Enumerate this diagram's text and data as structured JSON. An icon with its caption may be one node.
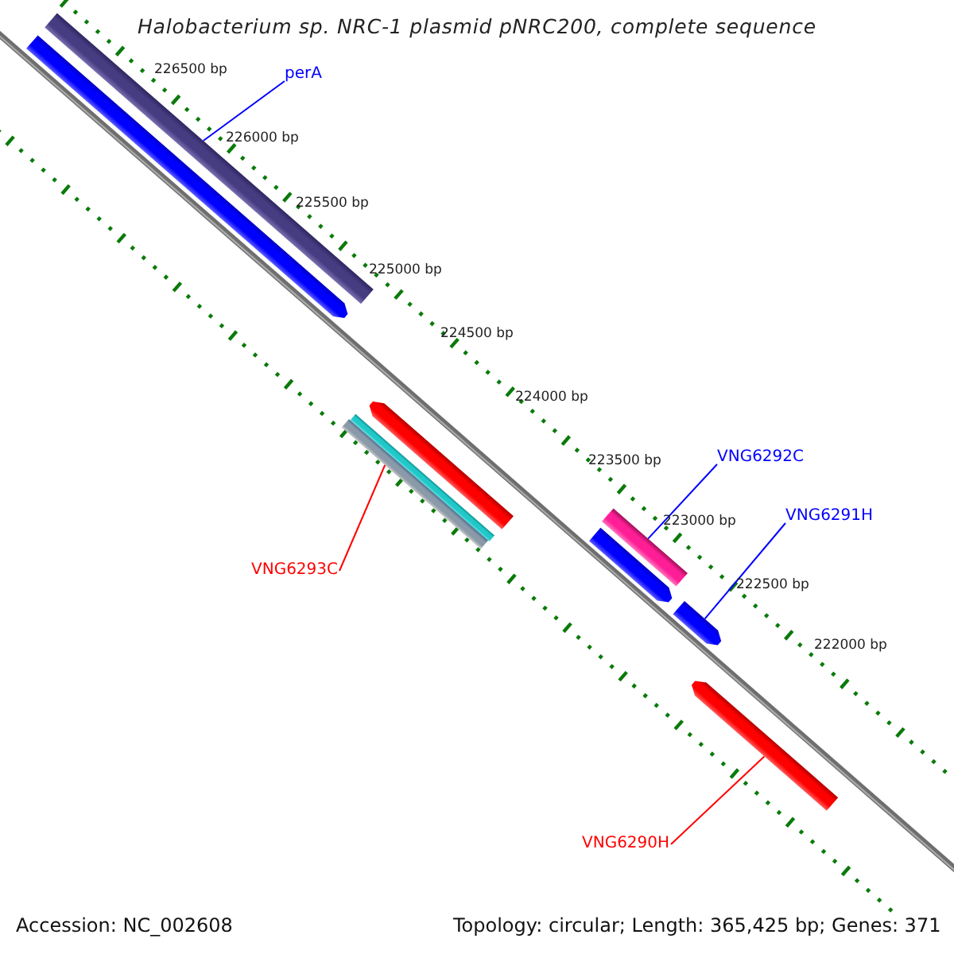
{
  "diagram": {
    "title": "Halobacterium sp. NRC-1 plasmid pNRC200, complete sequence",
    "nodes": [
      {
        "text": [
          "perA"
        ]
      },
      {
        "text": [],
        "shape": "bar"
      },
      {
        "text": [],
        "shape": "arrow"
      },
      {
        "text": [],
        "shape": "arrow"
      },
      {
        "text": [],
        "shape": "bar"
      },
      {
        "text": [],
        "shape": "bar"
      },
      {
        "text": [
          "VNG6292C"
        ]
      },
      {
        "text": [
          "VNG6291H"
        ]
      },
      {
        "text": [],
        "shape": "bar"
      },
      {
        "text": [],
        "shape": "arrow"
      },
      {
        "text": [],
        "shape": "arrow"
      },
      {
        "text": [
          "VNG6293C"
        ]
      },
      {
        "text": [],
        "shape": "arrow"
      },
      {
        "text": [
          "VNG6290H"
        ]
      }
    ],
    "edges": [
      {
        "from": 0,
        "to": 1,
        "arrow": "none"
      },
      {
        "from": 6,
        "to": 8,
        "arrow": "none"
      },
      {
        "from": 7,
        "to": 10,
        "arrow": "none"
      },
      {
        "from": 11,
        "to": 5,
        "arrow": "none",
        "color": "#ff0000"
      },
      {
        "from": 13,
        "to": 12,
        "arrow": "none",
        "color": "#ff0000"
      }
    ],
    "labels": [
      "226500 bp",
      "226000 bp",
      "225500 bp",
      "225000 bp",
      "224500 bp",
      "224000 bp",
      "223500 bp",
      "223000 bp",
      "222500 bp",
      "222000 bp",
      "Accession: NC_002608",
      "Topology: circular; Length: 365,425 bp; Genes: 371"
    ]
  }
}
